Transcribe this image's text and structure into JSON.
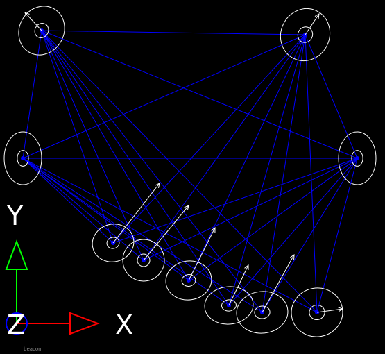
{
  "axes": {
    "y_label": "Y",
    "x_label": "X",
    "z_label": "Z",
    "y_color": "#00ff00",
    "x_color": "#ff0000",
    "z_color": "#0000ff"
  },
  "corner_label": "beacon",
  "colors": {
    "background": "#000000",
    "link": "#0000ff",
    "node": "#ffffff"
  }
}
